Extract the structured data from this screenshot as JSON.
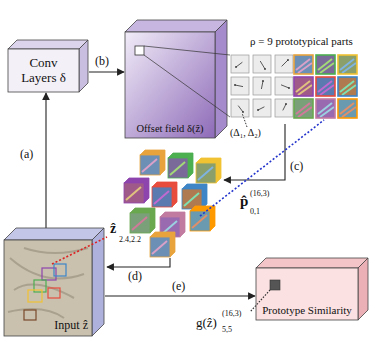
{
  "diagram": {
    "nodes": [
      {
        "text": [
          "Conv Layers δ"
        ]
      },
      {
        "text": [
          "Offset field δ(ẑ)"
        ]
      },
      {
        "text": [
          "Input ẑ"
        ]
      },
      {
        "text": [
          "Prototype Similarity"
        ]
      }
    ],
    "edges": [
      {
        "from": 2,
        "to": 0,
        "arrow": "to",
        "label": "(a)"
      },
      {
        "from": 0,
        "to": 1,
        "arrow": "to",
        "label": "(b)"
      },
      {
        "from": 2,
        "to": 3,
        "arrow": "to",
        "label": "(e)"
      }
    ],
    "labels": [
      "ρ = 9 prototypical parts",
      "(Δ₁, Δ₂)",
      "(c)",
      "p̂",
      "(16,3)",
      "0,1",
      "ẑ",
      "2.4,2.2",
      "(d)",
      "g(ẑ)",
      "(16,3)",
      "5,5"
    ]
  }
}
